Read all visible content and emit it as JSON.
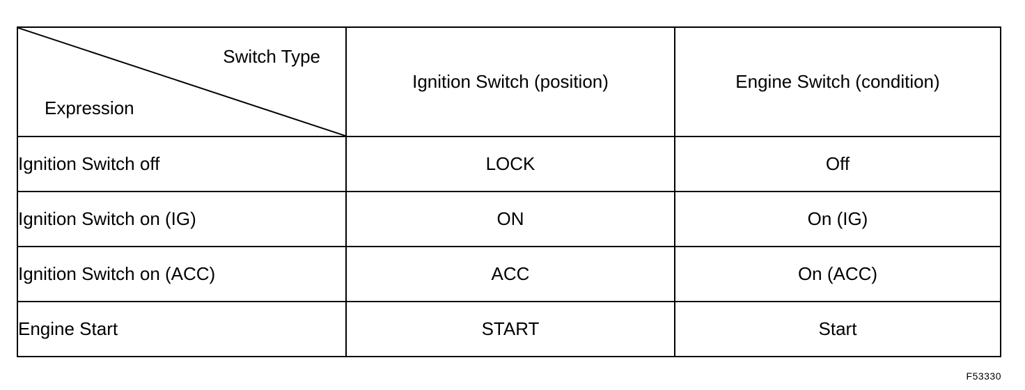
{
  "table": {
    "corner_top": "Switch Type",
    "corner_bottom": "Expression",
    "headers": [
      "Ignition Switch (position)",
      "Engine Switch (condition)"
    ],
    "rows": [
      [
        "Ignition Switch off",
        "LOCK",
        "Off"
      ],
      [
        "Ignition Switch on (IG)",
        "ON",
        "On (IG)"
      ],
      [
        "Ignition Switch on (ACC)",
        "ACC",
        "On (ACC)"
      ],
      [
        "Engine Start",
        "START",
        "Start"
      ]
    ]
  },
  "figure_id": "F53330"
}
